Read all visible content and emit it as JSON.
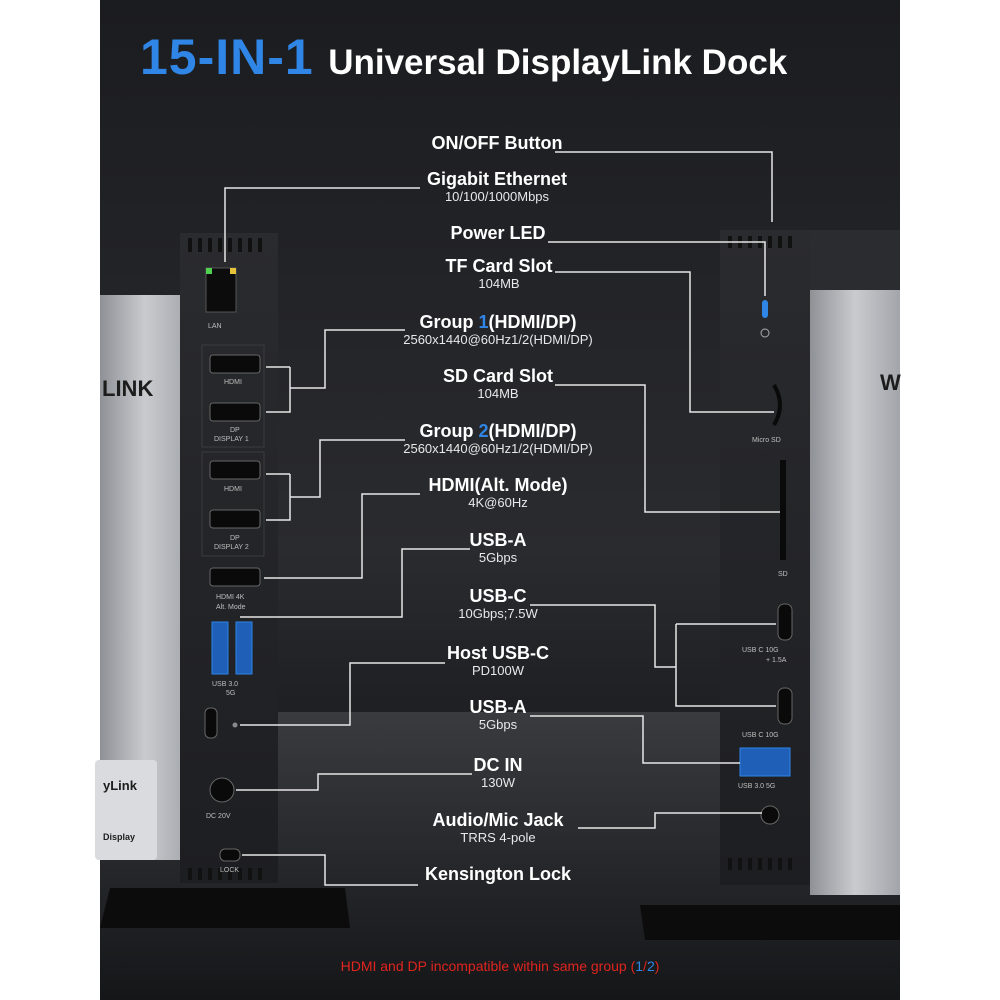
{
  "title": {
    "highlight": "15-IN-1",
    "rest": "Universal DisplayLink Dock"
  },
  "callouts": [
    {
      "heading": "ON/OFF Button",
      "sub": ""
    },
    {
      "heading": "Gigabit Ethernet",
      "sub": "10/100/1000Mbps"
    },
    {
      "heading": "Power LED",
      "sub": ""
    },
    {
      "heading": "TF Card Slot",
      "sub": "104MB"
    },
    {
      "heading_pre": "Group ",
      "heading_num": "1",
      "heading_post": "(HDMI/DP)",
      "sub": "2560x1440@60Hz1/2(HDMI/DP)"
    },
    {
      "heading": "SD Card Slot",
      "sub": "104MB"
    },
    {
      "heading_pre": "Group ",
      "heading_num": "2",
      "heading_post": "(HDMI/DP)",
      "sub": "2560x1440@60Hz1/2(HDMI/DP)"
    },
    {
      "heading": "HDMI(Alt. Mode)",
      "sub": "4K@60Hz"
    },
    {
      "heading": "USB-A",
      "sub": "5Gbps"
    },
    {
      "heading": "USB-C",
      "sub": "10Gbps;7.5W"
    },
    {
      "heading": "Host USB-C",
      "sub": "PD100W"
    },
    {
      "heading": "USB-A",
      "sub": "5Gbps"
    },
    {
      "heading": "DC IN",
      "sub": "130W"
    },
    {
      "heading": "Audio/Mic Jack",
      "sub": "TRRS 4-pole"
    },
    {
      "heading": "Kensington Lock",
      "sub": ""
    }
  ],
  "left_device": {
    "port_labels": [
      "LAN",
      "HDMI",
      "DP",
      "DISPLAY 1",
      "HDMI",
      "DP",
      "DISPLAY 2",
      "HDMI 4K",
      "Alt. Mode",
      "USB 3.0",
      "5G",
      "DC 20V",
      "LOCK"
    ],
    "brand": "LINK",
    "badge": "yLink",
    "badge_sub": "Display"
  },
  "right_device": {
    "port_labels": [
      "Micro SD",
      "SD",
      "USB C 10G",
      "+ 1.5A",
      "USB C 10G",
      "USB 3.0 5G"
    ],
    "brand": "W"
  },
  "footer_note": {
    "pre": "HDMI and DP incompatible within same group (",
    "n1": "1",
    "sep": "/",
    "n2": "2",
    "post": ")"
  },
  "colors": {
    "accent_blue": "#2f86e6",
    "note_red": "#e0241f",
    "background": "#232428",
    "text": "#ffffff"
  }
}
